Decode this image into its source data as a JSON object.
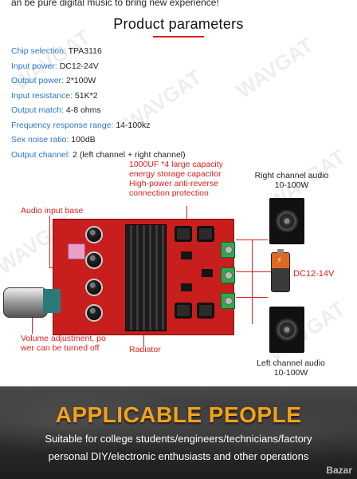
{
  "header": {
    "intro_text": "an be pure digital music to bring new experience!",
    "title": "Product parameters"
  },
  "params": [
    {
      "key": "Chip selection: ",
      "value": "TPA3116"
    },
    {
      "key": "Input power: ",
      "value": "DC12-24V"
    },
    {
      "key": "Output power: ",
      "value": "2*100W"
    },
    {
      "key": "Input resistance: ",
      "value": "51K*2"
    },
    {
      "key": "Output match: ",
      "value": "4-8 ohms"
    },
    {
      "key": "Frequency response range: ",
      "value": "14-100kz"
    },
    {
      "key": "Sex noise ratio: ",
      "value": "100dB"
    },
    {
      "key": "Output channel: ",
      "value": "2 (left channel + right channel)"
    }
  ],
  "diagram": {
    "capacitor_note": [
      "1000UF *4 large capacity",
      "energy storage capacitor",
      "High-power anti-reverse",
      "connection protection"
    ],
    "audio_input": "Audio input base",
    "right_channel": [
      "Right channel audio",
      "10-100W"
    ],
    "power_label": "DC12-14V",
    "volume_note": [
      "Volume adjustment, po",
      "wer can be turned off"
    ],
    "radiator": "Radiator",
    "left_channel": [
      "Left channel audio",
      "10-100W"
    ]
  },
  "watermark": "WAVGAT",
  "banner": {
    "title": "APPLICABLE PEOPLE",
    "line1": "Suitable for college students/engineers/technicians/factory",
    "line2": "personal DIY/electronic enthusiasts and other operations",
    "logo": "Bazar"
  },
  "colors": {
    "accent_red": "#e0201e",
    "param_key_blue": "#2c76c9",
    "banner_orange": "#f3a21a"
  }
}
